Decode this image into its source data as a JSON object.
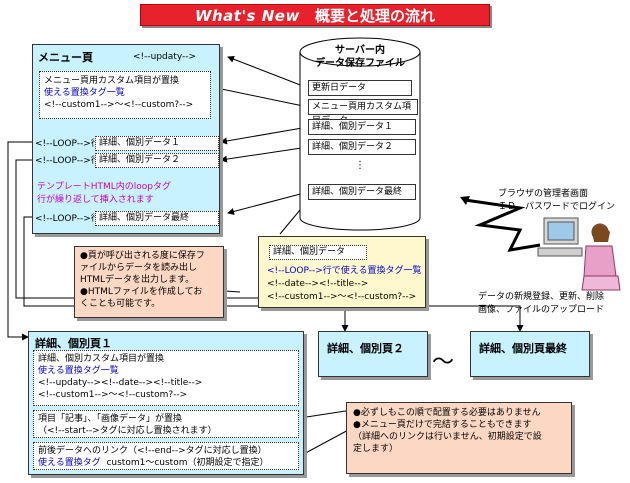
{
  "title": {
    "en": "What's New",
    "ja": "概要と処理の流れ"
  },
  "menu_page": {
    "header": "メニュー頁",
    "tag": "<!--updaty-->",
    "custom_box": {
      "line1": "メニュー頁用カスタム項目が置換",
      "line2": "使える置換タグ一覧",
      "line3": "<!--custom1-->～<!--custom?-->"
    },
    "loop_rows": [
      {
        "label": "<!--LOOP-->行",
        "value": "詳細、個別データ１"
      },
      {
        "label": "<!--LOOP-->行",
        "value": "詳細、個別データ２"
      }
    ],
    "template_note": {
      "line1": "テンプレートHTML内のloopタグ",
      "line2": "行が繰り返して挿入されます"
    },
    "last_row": {
      "label": "<!--LOOP-->行",
      "value": "詳細、個別データ最終"
    }
  },
  "server": {
    "title_line1": "サーバー内",
    "title_line2": "データ保存ファイル",
    "rows": [
      "更新日データ",
      "メニュー頁用カスタム項目データ",
      "詳細、個別データ１",
      "詳細、個別データ２"
    ],
    "last_row": "詳細、個別データ最終"
  },
  "admin": {
    "line1": "ブラウザの管理者画面",
    "line2": "ＩＤ、パスワードでログイン",
    "caption1": "データの新規登録、更新、削除",
    "caption2": "画像、ファイルのアップロード"
  },
  "detail_tags_box": {
    "header": "詳細、個別データ",
    "line1": "<!--LOOP-->行で使える置換タグ一覧",
    "line2": "<!--date--><!--title-->",
    "line3": "<!--custom1-->～<!--custom?-->"
  },
  "note_box": {
    "bullet1": [
      "●頁が呼び出される度に保存フ",
      "ァイルからデータを読み出し",
      "HTMLデータを出力します。"
    ],
    "bullet2": [
      "●HTMLファイルを作成してお",
      "くことも可能です。"
    ]
  },
  "detail_page1": {
    "header": "詳細、個別頁１",
    "box1": {
      "line1": "詳細、個別カスタム項目が置換",
      "line2": "使える置換タグ一覧",
      "line3": "<!--updaty--><!--date--><!--title-->",
      "line4": "<!--custom1-->～<!--custom?-->"
    },
    "box2": {
      "line1": "項目「記事」、「画像データ」が置換",
      "line2": "（<!--start-->タグに対応し置換されます）"
    },
    "box3": {
      "line1": "前後データへのリンク（<!--end-->タグに対応し置換）",
      "line2_a": "使える置換タグ",
      "line2_b": "custom1～custom（初期設定で指定）"
    }
  },
  "detail_page2": {
    "header": "詳細、個別頁２"
  },
  "detail_page_last": {
    "header": "詳細、個別頁最終"
  },
  "tilde": "～",
  "bottom_note": {
    "bullet1": "●必ずしもこの順で配置する必要はありません",
    "bullet2": "●メニュー頁だけで完結することもできます",
    "line3": "（詳細へのリンクは行いません、初期設定で設",
    "line4": "定します）"
  }
}
